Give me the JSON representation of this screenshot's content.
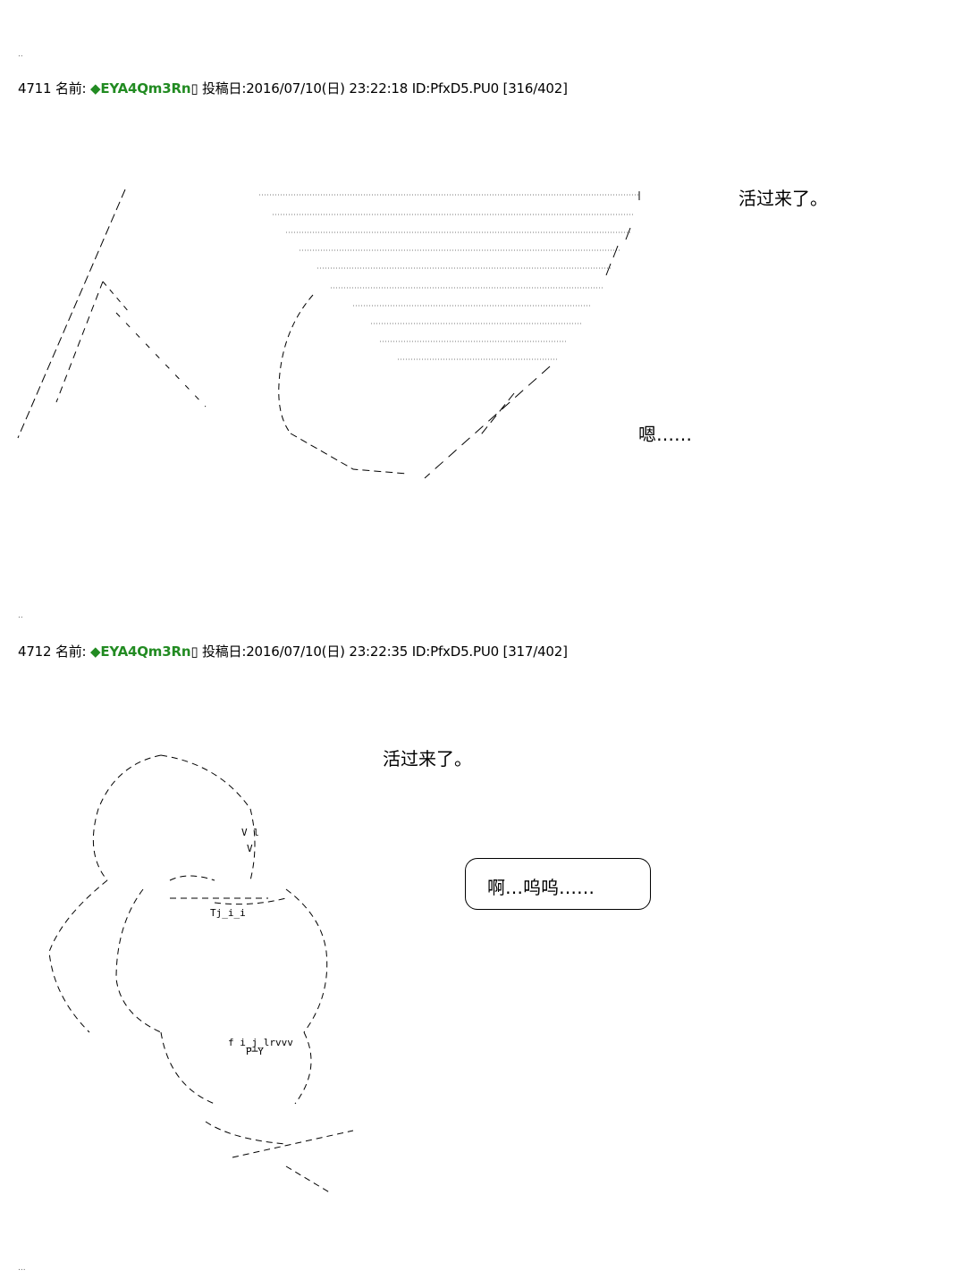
{
  "separator_top": "..",
  "separator_mid": "..",
  "separator_bottom": "...",
  "posts": [
    {
      "number": "4711",
      "name_label": "名前:",
      "trip": "◆EYA4Qm3Rn",
      "box": "▯",
      "date_label": "投稿日:",
      "date": "2016/07/10(日) 23:22:18",
      "id": "ID:PfxD5.PU0",
      "count": "[316/402]",
      "dialog": [
        "活过来了。",
        "嗯……"
      ]
    },
    {
      "number": "4712",
      "name_label": "名前:",
      "trip": "◆EYA4Qm3Rn",
      "box": "▯",
      "date_label": "投稿日:",
      "date": "2016/07/10(日) 23:22:35",
      "id": "ID:PfxD5.PU0",
      "count": "[317/402]",
      "dialog": [
        "活过来了。"
      ],
      "bubble": "啊…呜呜……"
    }
  ]
}
